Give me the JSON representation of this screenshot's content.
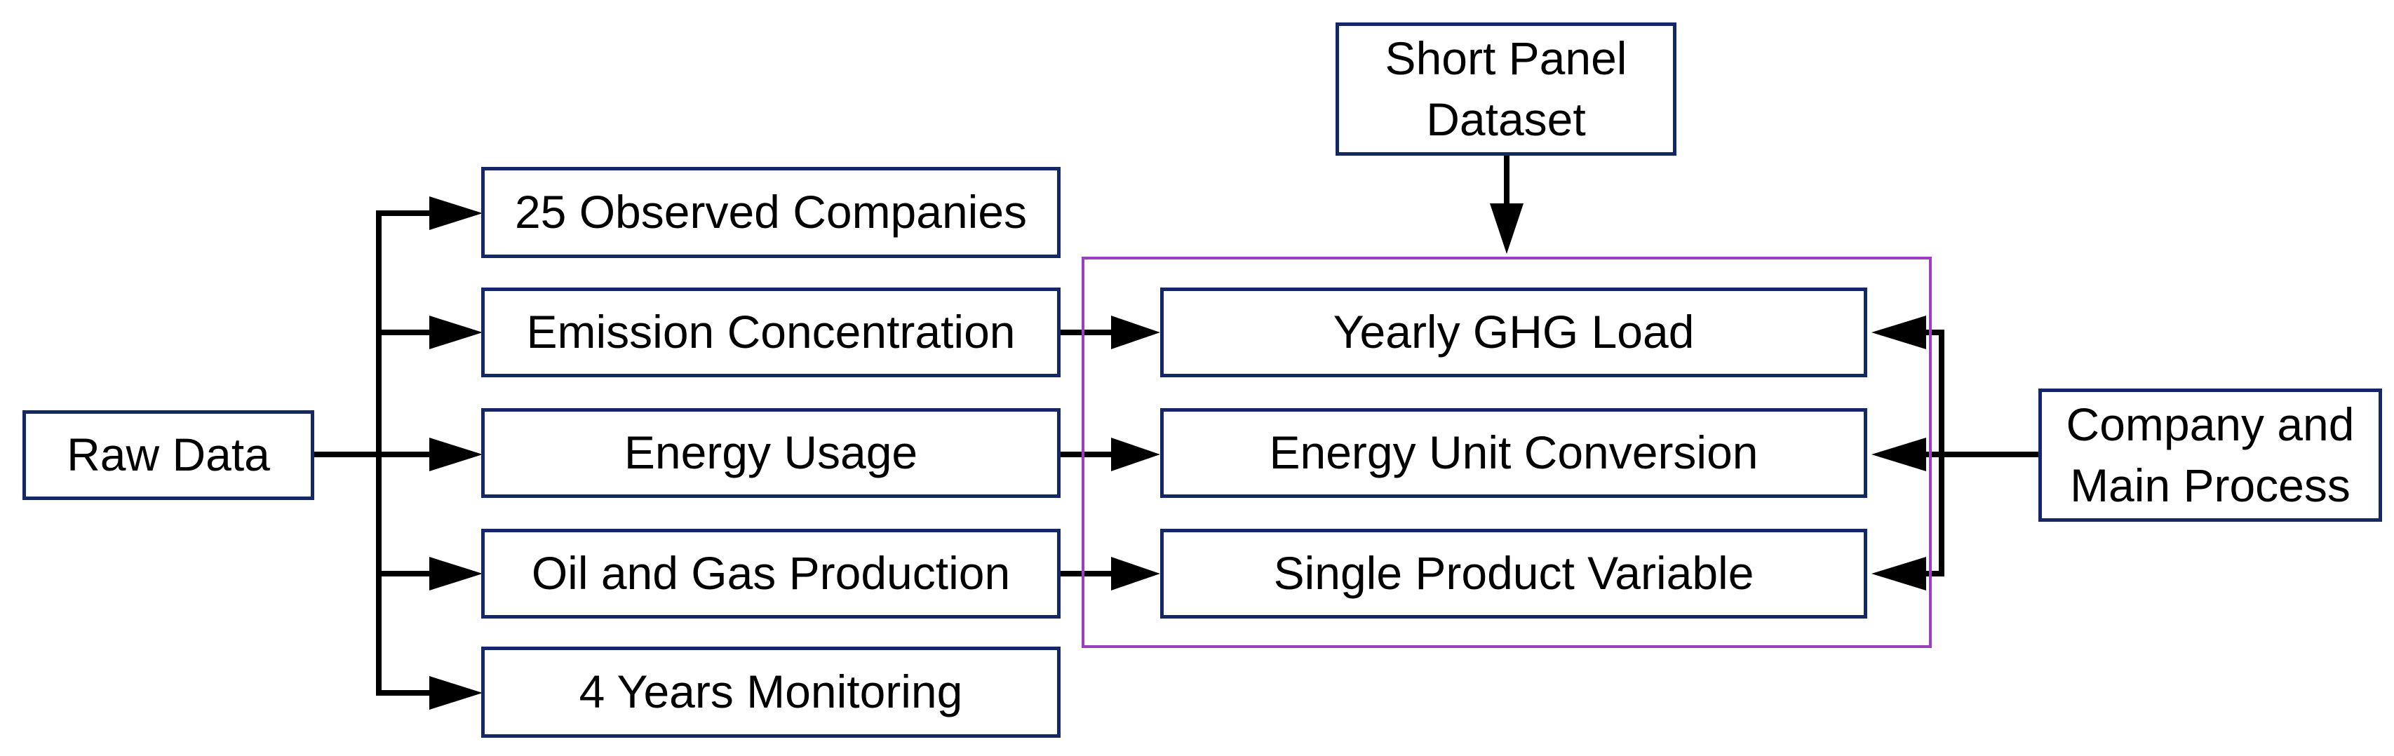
{
  "diagram": {
    "colors": {
      "node_border": "#142766",
      "group_border": "#9a3fbf",
      "edge": "#000000"
    },
    "nodes": {
      "raw_data": {
        "label": "Raw Data"
      },
      "observed_companies": {
        "label": "25 Observed Companies"
      },
      "emission_concentration": {
        "label": "Emission Concentration"
      },
      "energy_usage": {
        "label": "Energy Usage"
      },
      "oil_gas_production": {
        "label": "Oil and Gas Production"
      },
      "years_monitoring": {
        "label": "4 Years Monitoring"
      },
      "short_panel_dataset": {
        "label": "Short Panel\nDataset"
      },
      "yearly_ghg_load": {
        "label": "Yearly GHG Load"
      },
      "energy_unit_conversion": {
        "label": "Energy Unit Conversion"
      },
      "single_product_variable": {
        "label": "Single Product Variable"
      },
      "company_main_process": {
        "label": "Company and\nMain Process"
      }
    },
    "edges": [
      {
        "from": "raw_data",
        "to": "observed_companies"
      },
      {
        "from": "raw_data",
        "to": "emission_concentration"
      },
      {
        "from": "raw_data",
        "to": "energy_usage"
      },
      {
        "from": "raw_data",
        "to": "oil_gas_production"
      },
      {
        "from": "raw_data",
        "to": "years_monitoring"
      },
      {
        "from": "emission_concentration",
        "to": "yearly_ghg_load"
      },
      {
        "from": "energy_usage",
        "to": "energy_unit_conversion"
      },
      {
        "from": "oil_gas_production",
        "to": "single_product_variable"
      },
      {
        "from": "short_panel_dataset",
        "to": "transformation_group"
      },
      {
        "from": "company_main_process",
        "to": "yearly_ghg_load"
      },
      {
        "from": "company_main_process",
        "to": "energy_unit_conversion"
      },
      {
        "from": "company_main_process",
        "to": "single_product_variable"
      }
    ]
  }
}
